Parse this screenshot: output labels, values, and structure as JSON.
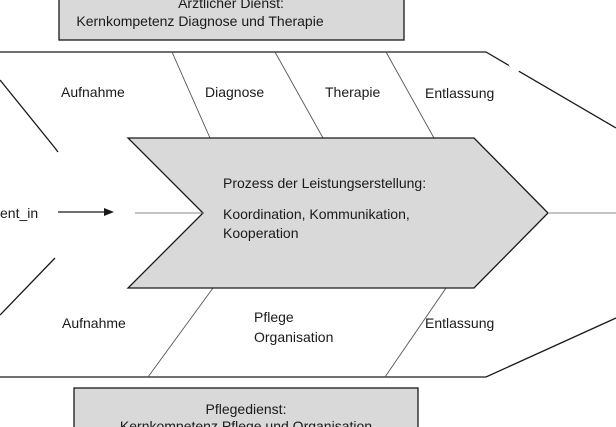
{
  "top_box": {
    "line1": "Ärztlicher Dienst:",
    "line2": "Kernkompetenz Diagnose und Therapie"
  },
  "bottom_box": {
    "line1": "Pflegedienst:",
    "line2": "Kernkompetenz Pflege und Organisation"
  },
  "upper_band": {
    "stage1": "Aufnahme",
    "stage2": "Diagnose",
    "stage3": "Therapie",
    "stage4": "Entlassung"
  },
  "lower_band": {
    "stage1": "Aufnahme",
    "middle_line1": "Pflege",
    "middle_line2": "Organisation",
    "stage3": "Entlassung"
  },
  "input_label": "ent_in",
  "process": {
    "title": "Prozess der Leistungserstellung:",
    "line1": "Koordination, Kommunikation,",
    "line2": "Kooperation"
  },
  "colors": {
    "box_fill": "#d9d9d9",
    "line": "#1a1a1a",
    "thin_line": "#555555"
  }
}
